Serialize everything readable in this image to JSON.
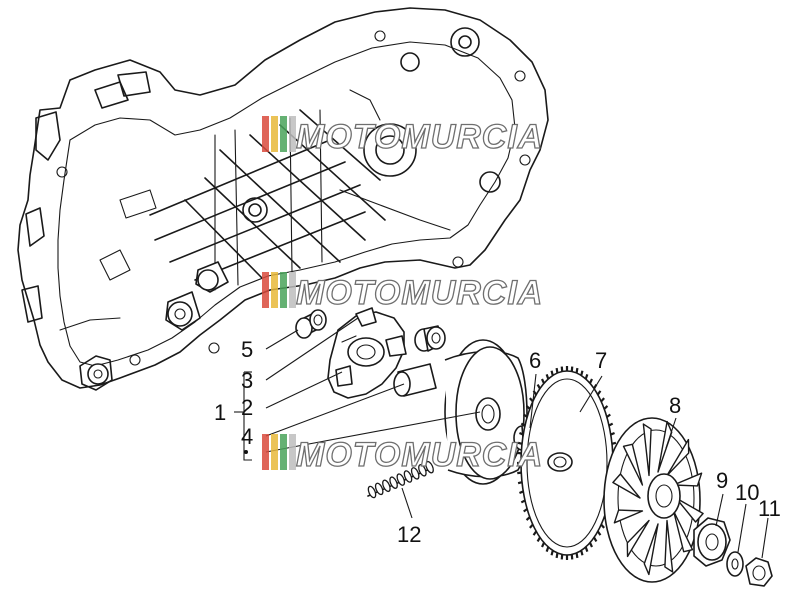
{
  "watermark": {
    "text": "MOTOMURCIA",
    "stripe_colors": [
      "#d94a3c",
      "#e8b93a",
      "#4aa35a",
      "#bdbdbd"
    ]
  },
  "callouts": {
    "c1": "1",
    "c2": "2",
    "c3": "3",
    "c4": "4",
    "c5": "5",
    "c6": "6",
    "c7": "7",
    "c8": "8",
    "c9": "9",
    "c10": "10",
    "c11": "11",
    "c12": "12"
  },
  "colors": {
    "line": "#1a1a1a",
    "background": "#ffffff"
  }
}
